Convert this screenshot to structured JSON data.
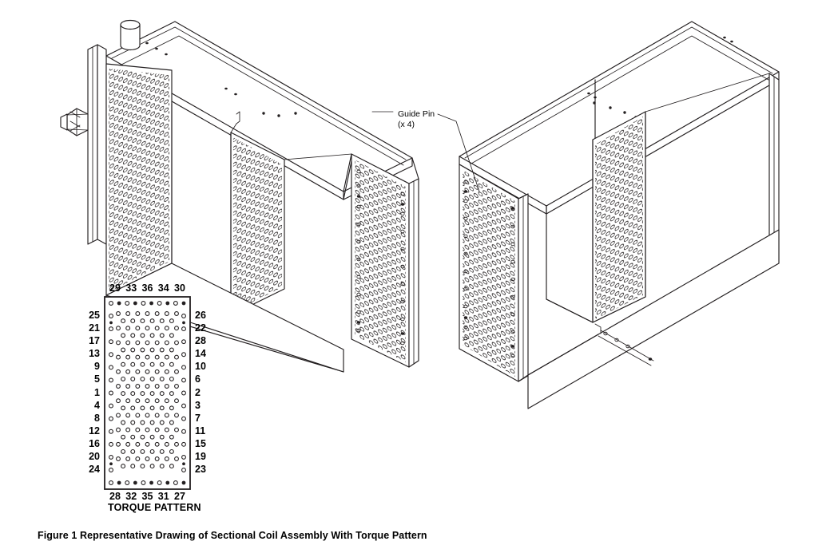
{
  "figure": {
    "caption": "Figure 1 Representative Drawing of Sectional Coil Assembly With Torque Pattern",
    "background_color": "#ffffff",
    "line_color": "#231f20"
  },
  "annotations": [
    {
      "name": "guide-pin",
      "line1": "Guide Pin",
      "line2": "(x 4)",
      "leader": "diagonal leader line from label to right coil upper-left corner"
    }
  ],
  "torque_pattern": {
    "title": "TORQUE PATTERN",
    "top_labels": [
      "29",
      "33",
      "36",
      "34",
      "30"
    ],
    "bottom_labels": [
      "28",
      "32",
      "35",
      "31",
      "27"
    ],
    "left_labels": [
      "25",
      "21",
      "17",
      "13",
      "9",
      "5",
      "1",
      "4",
      "8",
      "12",
      "16",
      "20",
      "24"
    ],
    "right_labels": [
      "26",
      "22",
      "28",
      "14",
      "10",
      "6",
      "2",
      "3",
      "7",
      "11",
      "15",
      "19",
      "23"
    ],
    "border_color": "#231f20",
    "hole_style": "open circles in staggered grid",
    "bolt_style": "filled black dots at numbered torque positions"
  },
  "assemblies": [
    {
      "name": "left-coil-assembly",
      "description": "Isometric sectional coil casing, open frame with perforated tube sheets",
      "features": [
        "top connection stub",
        "side nozzle fitting",
        "perforated tube sheet",
        "intermediate tube sheet",
        "guide pin holes"
      ]
    },
    {
      "name": "right-coil-assembly",
      "description": "Isometric sectional coil casing, open frame with perforated tube sheets",
      "features": [
        "perforated tube sheet",
        "intermediate tube sheet",
        "bottom rail",
        "guide pin holes"
      ]
    }
  ]
}
